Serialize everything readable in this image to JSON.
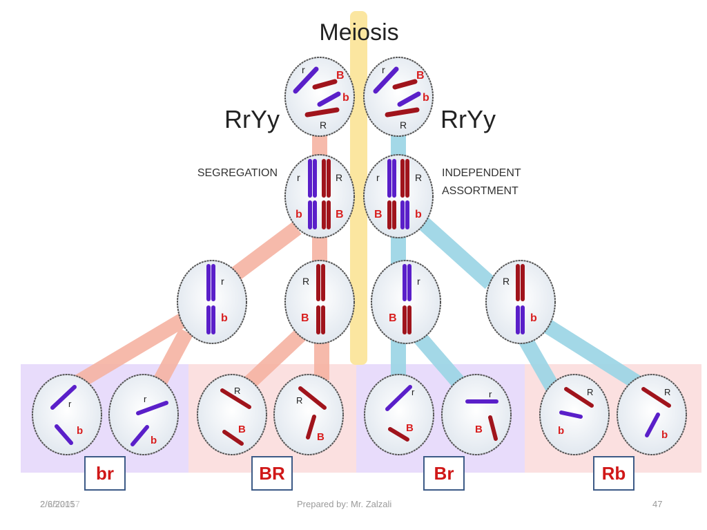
{
  "title": "Meiosis",
  "parent_genotypes": [
    "RrYy",
    "RrYy"
  ],
  "process_labels": {
    "left": "SEGREGATION",
    "right_line1": "INDEPENDENT",
    "right_line2": "ASSORTMENT"
  },
  "colors": {
    "recessive_chromosome": "#5a1fc9",
    "dominant_chromosome": "#a0141c",
    "allele_letter_red": "#d81e1e",
    "allele_letter_black": "#222222",
    "left_path": "#f6b3a3",
    "right_path": "#9fd6e6",
    "center_axis": "#fbe6a0",
    "band_purple": "#e8dcfb",
    "band_pink": "#fbe0e0"
  },
  "cells": {
    "parent_left": {
      "labels": [
        "r",
        "B",
        "b",
        "R"
      ]
    },
    "parent_right": {
      "labels": [
        "r",
        "B",
        "b",
        "R"
      ]
    },
    "metaphase_left": {
      "labels": [
        "r",
        "R",
        "b",
        "B"
      ]
    },
    "metaphase_right": {
      "labels": [
        "r",
        "R",
        "B",
        "b"
      ]
    },
    "meiosis1": [
      {
        "labels": [
          "r",
          "b"
        ]
      },
      {
        "labels": [
          "R",
          "B"
        ]
      },
      {
        "labels": [
          "r",
          "B"
        ]
      },
      {
        "labels": [
          "R",
          "b"
        ]
      }
    ],
    "gametes": [
      {
        "labels": [
          "r",
          "b"
        ]
      },
      {
        "labels": [
          "r",
          "b"
        ]
      },
      {
        "labels": [
          "R",
          "B"
        ]
      },
      {
        "labels": [
          "R",
          "B"
        ]
      },
      {
        "labels": [
          "r",
          "B"
        ]
      },
      {
        "labels": [
          "r",
          "B"
        ]
      },
      {
        "labels": [
          "R",
          "b"
        ]
      },
      {
        "labels": [
          "R",
          "b"
        ]
      }
    ]
  },
  "gamete_types": [
    "br",
    "BR",
    "Br",
    "Rb"
  ],
  "footer": {
    "date": "2/6/2015",
    "date_overlay": "2/25/2017",
    "center": "Prepared by: Mr. Zalzali",
    "page": "47"
  }
}
